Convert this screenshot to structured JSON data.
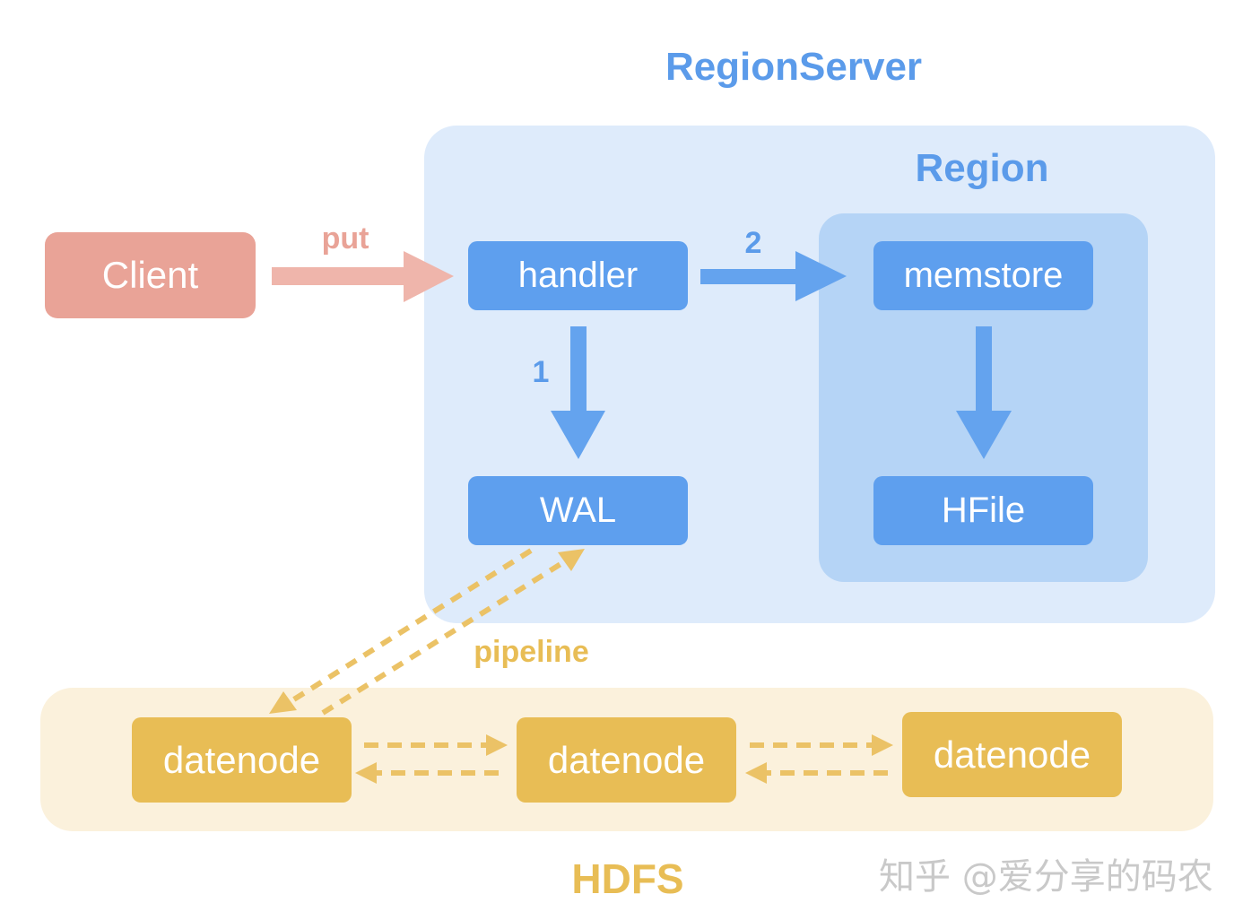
{
  "titles": {
    "region_server": "RegionServer",
    "region": "Region",
    "hdfs": "HDFS"
  },
  "nodes": {
    "client": "Client",
    "handler": "handler",
    "memstore": "memstore",
    "wal": "WAL",
    "hfile": "HFile",
    "datenodes": [
      "datenode",
      "datenode",
      "datenode"
    ]
  },
  "edge_labels": {
    "put": "put",
    "step1": "1",
    "step2": "2",
    "pipeline": "pipeline"
  },
  "watermark": "知乎 @爱分享的码农",
  "colors": {
    "region_server_bg": "#deebfb",
    "region_bg": "#b5d4f6",
    "blue_box": "#5e9fee",
    "blue_arrow": "#64a3ee",
    "client_box": "#e9a397",
    "put_arrow": "#efb5ab",
    "hdfs_bg": "#fbf1dc",
    "datenode_box": "#e8bd55",
    "pipeline_arrow": "#ebc266"
  }
}
